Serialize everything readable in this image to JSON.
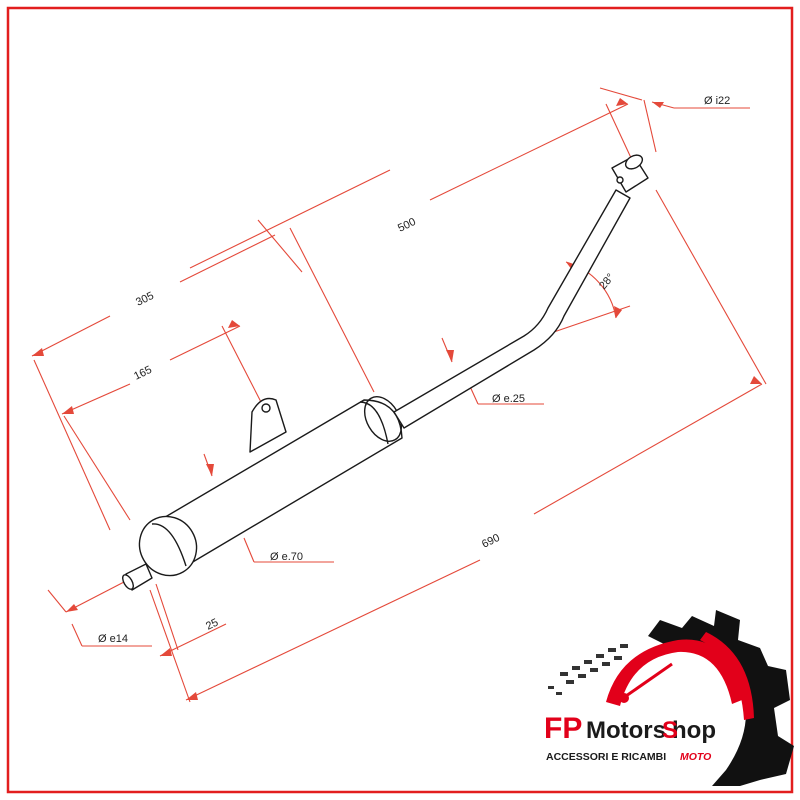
{
  "colors": {
    "frame": "#e21e1e",
    "dimension": "#e4493a",
    "outline": "#1a1a1a",
    "brand_red": "#e2001a",
    "brand_dark": "#1a1a1a",
    "gear": "#111111"
  },
  "drawing": {
    "subject": "exhaust muffler technical drawing",
    "dimensions": {
      "overall_length": "500",
      "mount_from_end": "305",
      "body_front": "165",
      "total_span": "690",
      "outlet_length": "25",
      "body_diameter": "Ø e.70",
      "pipe_diameter": "Ø e.25",
      "outlet_diameter": "Ø e14",
      "inlet_diameter": "Ø i22",
      "bend_angle": "28°"
    }
  },
  "logo": {
    "brand_fp": "FP",
    "brand_motors": "Motors",
    "brand_hop": "hop",
    "tagline_left": "ACCESSORI E RICAMBI",
    "tagline_right": "MOTO"
  }
}
